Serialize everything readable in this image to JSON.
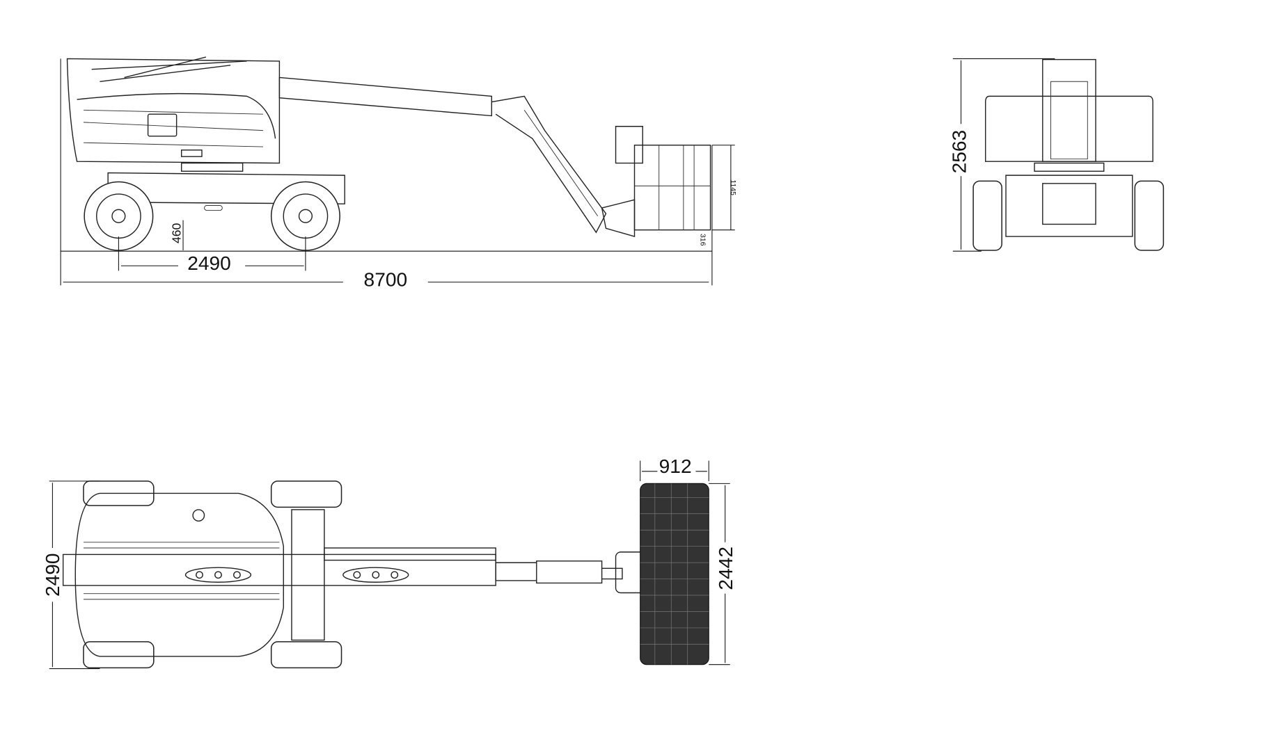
{
  "side_view": {
    "wheelbase": "2490",
    "overall_length": "8700",
    "ground_clearance": "460",
    "basket_height": "1145",
    "basket_floor_offset": "316"
  },
  "rear_view": {
    "stowed_height": "2563"
  },
  "top_view": {
    "overall_width": "2490",
    "basket_length": "912",
    "basket_width": "2442"
  }
}
